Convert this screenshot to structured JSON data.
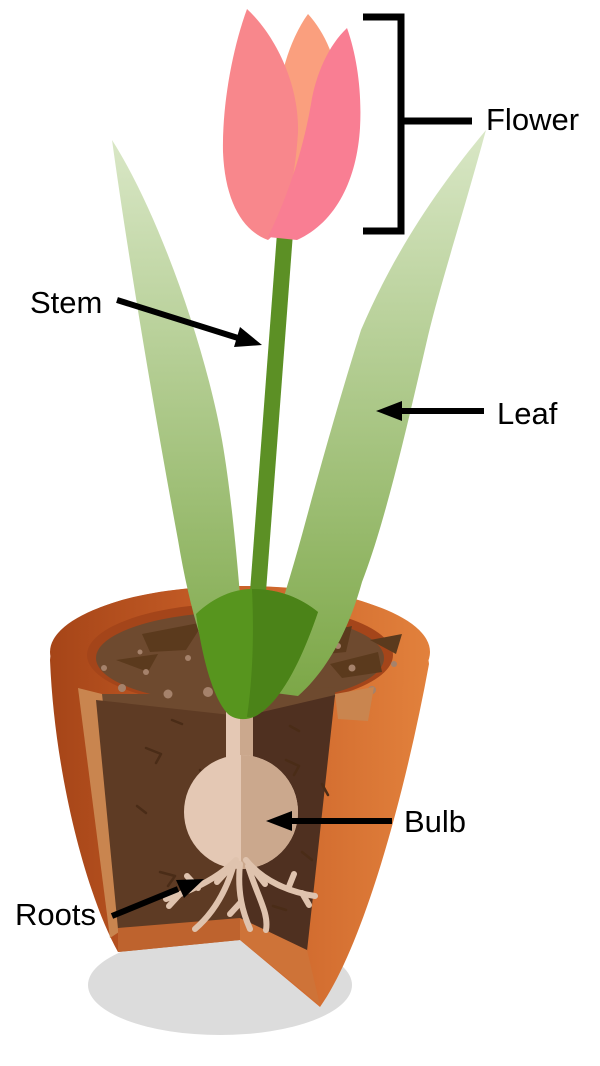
{
  "diagram": {
    "subject": "tulip-plant-parts",
    "labels": {
      "flower": "Flower",
      "stem": "Stem",
      "leaf": "Leaf",
      "bulb": "Bulb",
      "roots": "Roots"
    },
    "colors": {
      "petal_left": "#F8878C",
      "petal_center": "#FA9F7E",
      "petal_right": "#F97E93",
      "stem_green": "#5C9025",
      "leaf_tip": "#D9E7C6",
      "leaf_base": "#7CA747",
      "sprout_green": "#57951E",
      "sprout_shade": "#4B8318",
      "pot_dark": "#A64518",
      "pot_mid": "#C75E27",
      "pot_light": "#E2813C",
      "pot_lip": "#A4451A",
      "pot_cut_tan": "#C9854F",
      "pot_band_left": "#BE632E",
      "pot_band_right": "#CE7338",
      "soil_surface": "#6E4A2F",
      "soil_patch": "#5B3A1D",
      "soil_dot": "#A5826B",
      "soil_crack": "#4A2C17",
      "soil_face_left": "#5E3B24",
      "soil_face_right": "#4F3020",
      "bulb_light": "#E4C8B4",
      "bulb_dark": "#CBA88D",
      "root": "#DFC3AE",
      "shadow": "#DCDCDC",
      "annotation": "#000000"
    }
  }
}
